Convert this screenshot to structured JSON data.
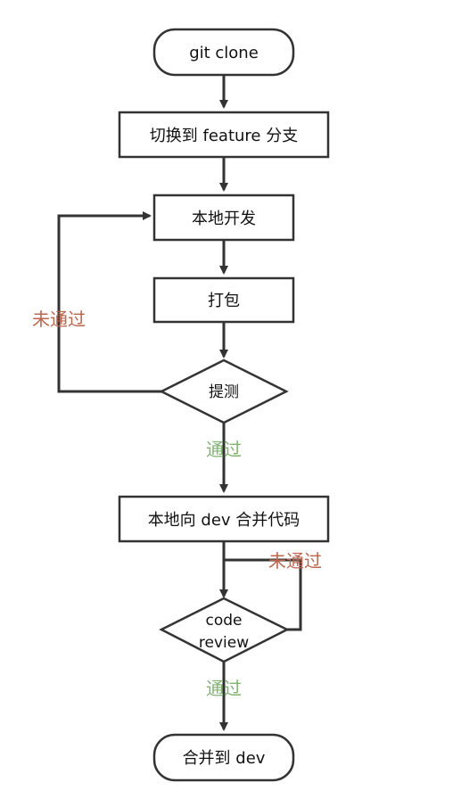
{
  "colors": {
    "stroke": "#333333",
    "fail_label": "#c0644a",
    "pass_label": "#7fb36e"
  },
  "nodes": {
    "clone": "git clone",
    "checkout": "切换到 feature 分支",
    "develop": "本地开发",
    "package": "打包",
    "test": "提测",
    "merge_local": "本地向 dev 合并代码",
    "review_line1": "code",
    "review_line2": "review",
    "merge_dev": "合并到 dev"
  },
  "edge_labels": {
    "test_fail": "未通过",
    "test_pass": "通过",
    "review_fail": "未通过",
    "review_pass": "通过"
  }
}
